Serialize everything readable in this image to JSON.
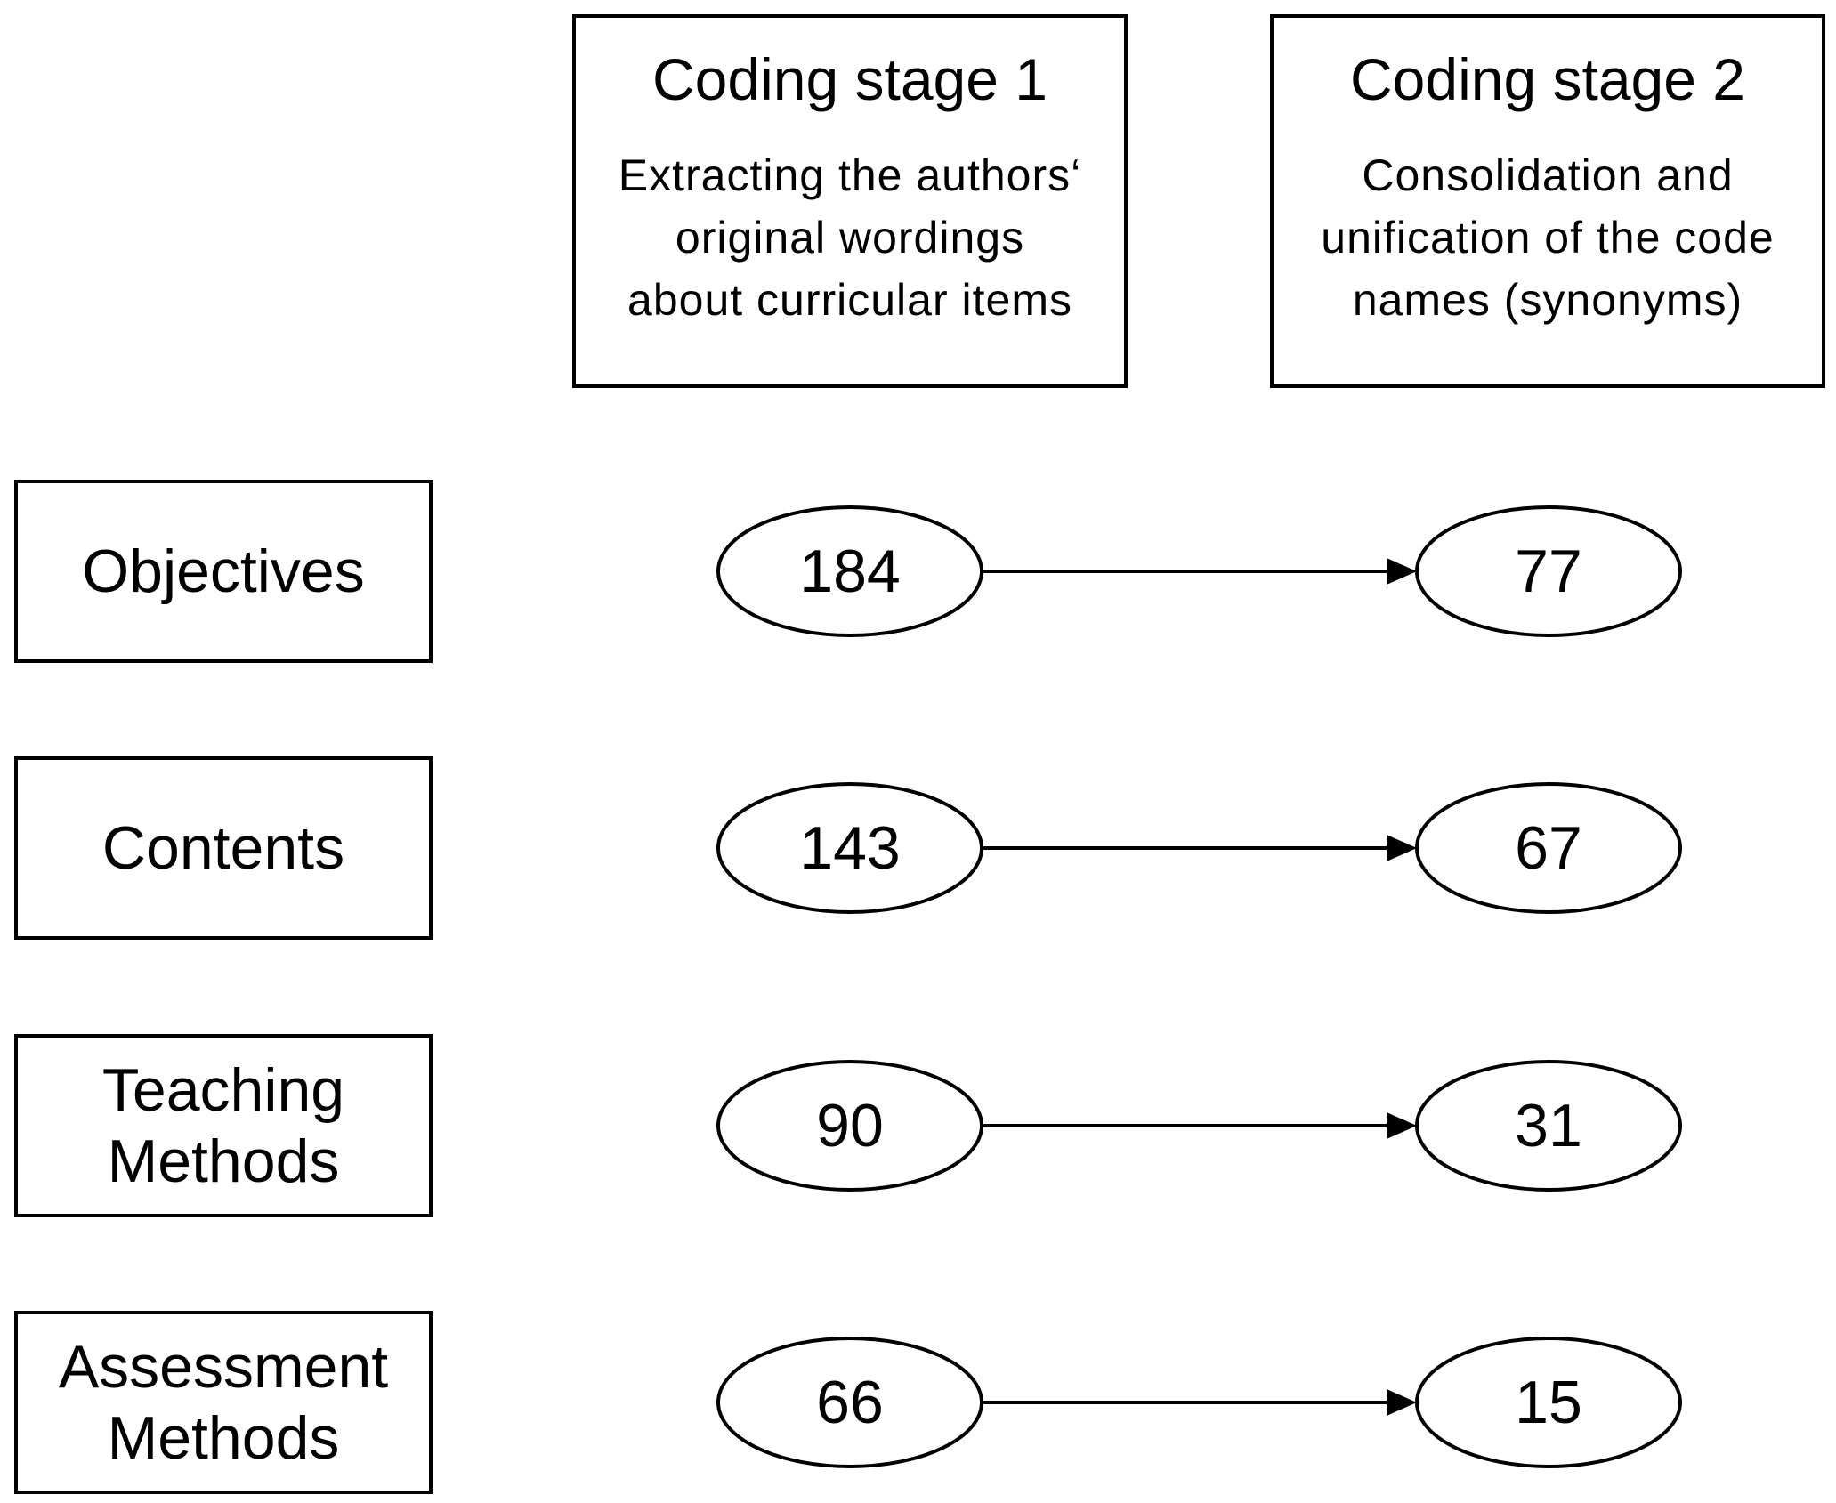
{
  "stages": [
    {
      "title": "Coding stage 1",
      "description": "Extracting the authors‘\noriginal wordings\nabout curricular items"
    },
    {
      "title": "Coding stage 2",
      "description": "Consolidation and\nunification of the code\nnames (synonyms)"
    }
  ],
  "rows": [
    {
      "label": "Objectives",
      "stage1": "184",
      "stage2": "77"
    },
    {
      "label": "Contents",
      "stage1": "143",
      "stage2": "67"
    },
    {
      "label": "Teaching\nMethods",
      "stage1": "90",
      "stage2": "31"
    },
    {
      "label": "Assessment\nMethods",
      "stage1": "66",
      "stage2": "15"
    }
  ]
}
